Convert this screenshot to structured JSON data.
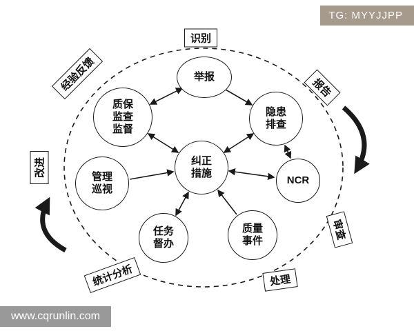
{
  "watermarks": {
    "top": "TG: MYYJJPP",
    "bottom": "www.cqrunlin.com"
  },
  "colors": {
    "ink": "#1a1a1a",
    "top_banner_bg": "#a69a8c",
    "bottom_banner_bg": "#999999",
    "node_fill": "#ffffff"
  },
  "cycle_labels": {
    "identify": "识别",
    "report": "报告",
    "review": "审查",
    "handle": "处理",
    "statistics": "统计分析",
    "improve": "改进",
    "feedback": "经验反馈"
  },
  "nodes": {
    "whistleblow": {
      "lines": [
        "举报"
      ]
    },
    "qa_inspection": {
      "lines": [
        "质保",
        "监查",
        "监督"
      ]
    },
    "hazard_check": {
      "lines": [
        "隐患",
        "排查"
      ]
    },
    "corrective_action": {
      "lines": [
        "纠正",
        "措施"
      ]
    },
    "ncr": {
      "lines": [
        "NCR"
      ]
    },
    "management_patrol": {
      "lines": [
        "管理",
        "巡视"
      ]
    },
    "task_supervision": {
      "lines": [
        "任务",
        "督办"
      ]
    },
    "quality_event": {
      "lines": [
        "质量",
        "事件"
      ]
    }
  },
  "edges": [
    {
      "from": "whistleblow",
      "to": "qa_inspection",
      "bidirectional": true
    },
    {
      "from": "whistleblow",
      "to": "hazard_check",
      "bidirectional": false
    },
    {
      "from": "qa_inspection",
      "to": "corrective_action",
      "bidirectional": true
    },
    {
      "from": "hazard_check",
      "to": "corrective_action",
      "bidirectional": true
    },
    {
      "from": "hazard_check",
      "to": "ncr",
      "bidirectional": true
    },
    {
      "from": "corrective_action",
      "to": "ncr",
      "bidirectional": true
    },
    {
      "from": "management_patrol",
      "to": "corrective_action",
      "bidirectional": false
    },
    {
      "from": "task_supervision",
      "to": "corrective_action",
      "bidirectional": true
    },
    {
      "from": "quality_event",
      "to": "corrective_action",
      "bidirectional": false
    }
  ]
}
